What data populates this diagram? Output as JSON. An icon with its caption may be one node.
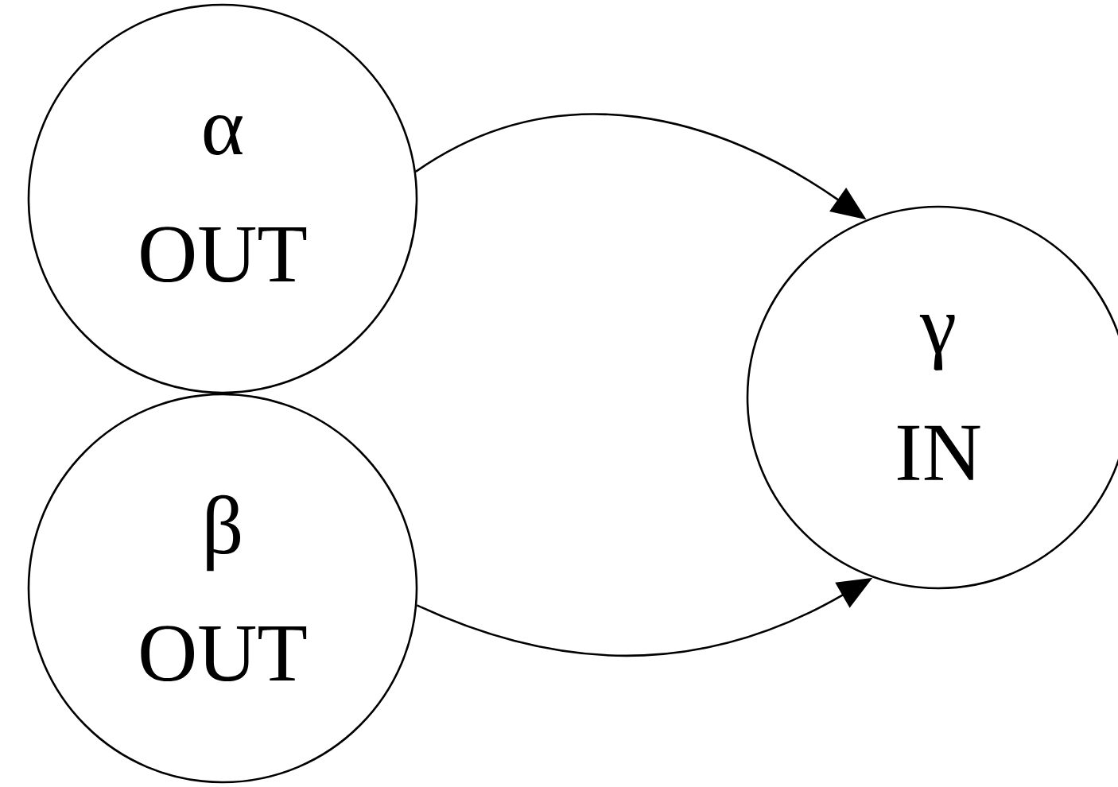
{
  "diagram": {
    "nodes": [
      {
        "text": [
          "α",
          "OUT"
        ]
      },
      {
        "text": [
          "β",
          "OUT"
        ]
      },
      {
        "text": [
          "γ",
          "IN"
        ]
      }
    ],
    "edges": [
      {
        "from": 0,
        "to": 2,
        "arrow": "to"
      },
      {
        "from": 1,
        "to": 2,
        "arrow": "to"
      }
    ]
  }
}
